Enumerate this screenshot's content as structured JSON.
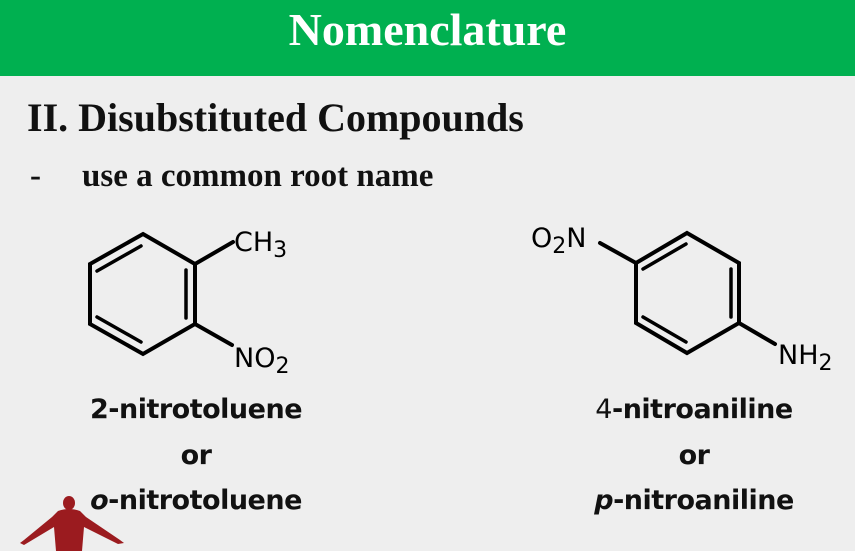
{
  "header": {
    "title": "Nomenclature",
    "color": "#00b050"
  },
  "heading": "II. Disubstituted Compounds",
  "bullet": {
    "marker": "-",
    "text": "use a common root name"
  },
  "compounds": [
    {
      "substituents": {
        "top": {
          "main": "CH",
          "sub": "3"
        },
        "bottom": {
          "main": "NO",
          "sub": "2"
        }
      },
      "name_line1": "2-nitrotoluene",
      "or": "or",
      "prefix": "o",
      "name_line2": "-nitrotoluene"
    },
    {
      "substituents": {
        "top": {
          "main1": "O",
          "sub": "2",
          "main2": "N"
        },
        "bottom": {
          "main": "NH",
          "sub": "2"
        }
      },
      "name_num": "4",
      "name_line1": "-nitroaniline",
      "or": "or",
      "prefix": "p",
      "name_line2": "-nitroaniline"
    }
  ],
  "logo": {
    "icon": "figure-logo-icon",
    "color": "#9b1b1f"
  }
}
